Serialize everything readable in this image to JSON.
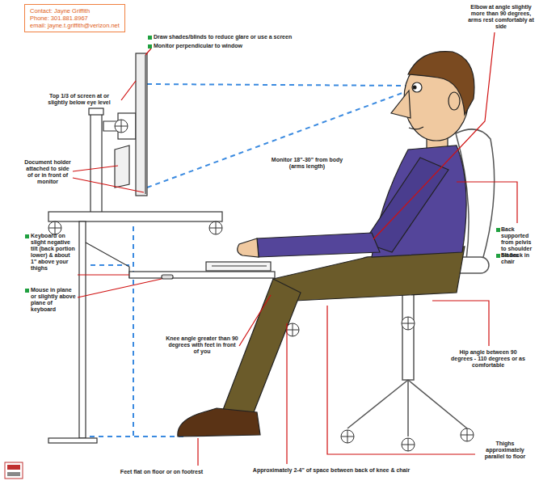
{
  "diagram": {
    "nodes": [
      {
        "text": [
          "Contact: Jayne Griffith",
          "Phone: 301.881.8967",
          "email: jayne.t.griffith@verizon.net"
        ]
      }
    ],
    "labels": [
      "Draw shades/blinds to reduce glare or use a screen",
      "Monitor perpendicular to window",
      "Top 1/3 of screen at or slightly below eye level",
      "Document holder attached to side of or in front of monitor",
      "Keyboard on slight negative tilt (back portion lower) & about 1\" above your thighs",
      "Mouse in plane or slightly above plane of keyboard",
      "Elbow at angle slightly more than 90 degrees, arms rest comfortably at side",
      "Monitor 18\"-30\" from body (arms length)",
      "Back supported from pelvis to shoulder blades",
      "Sit back in chair",
      "Knee angle greater than 90 degrees with feet in front of you",
      "Hip angle between 90 degrees - 110 degrees or as comfortable",
      "Thighs approximately parallel to floor",
      "Feet flat on floor or on footrest",
      "Approximately 2-4\" of space between back of knee & chair"
    ]
  }
}
